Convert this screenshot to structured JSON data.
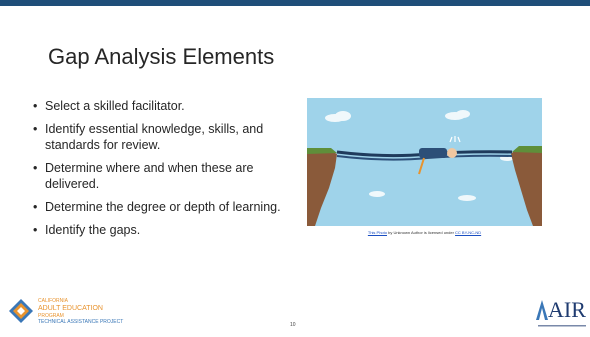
{
  "slide": {
    "title": "Gap Analysis Elements",
    "bullets": [
      "Select a skilled facilitator.",
      "Identify essential knowledge, skills, and standards for review.",
      "Determine where and when these are delivered.",
      "Determine the degree or depth of learning.",
      "Identify the gaps."
    ],
    "caption": {
      "link1": "This Photo",
      "middle": " by Unknown Author is licensed under ",
      "link2": "CC BY-NC-ND"
    },
    "page_number": "10",
    "footer_logo": {
      "line1": "CALIFORNIA",
      "line2": "ADULT EDUCATION",
      "line3": "PROGRAM",
      "line4": "TECHNICAL ASSISTANCE PROJECT"
    },
    "air_logo": "AIR"
  },
  "colors": {
    "top_bar": "#1f4e79",
    "sky": "#9fd3ea",
    "cliff": "#8a5a3a",
    "logo_orange": "#e8932e",
    "logo_blue": "#3a77b7",
    "air_navy": "#1f3b70"
  }
}
